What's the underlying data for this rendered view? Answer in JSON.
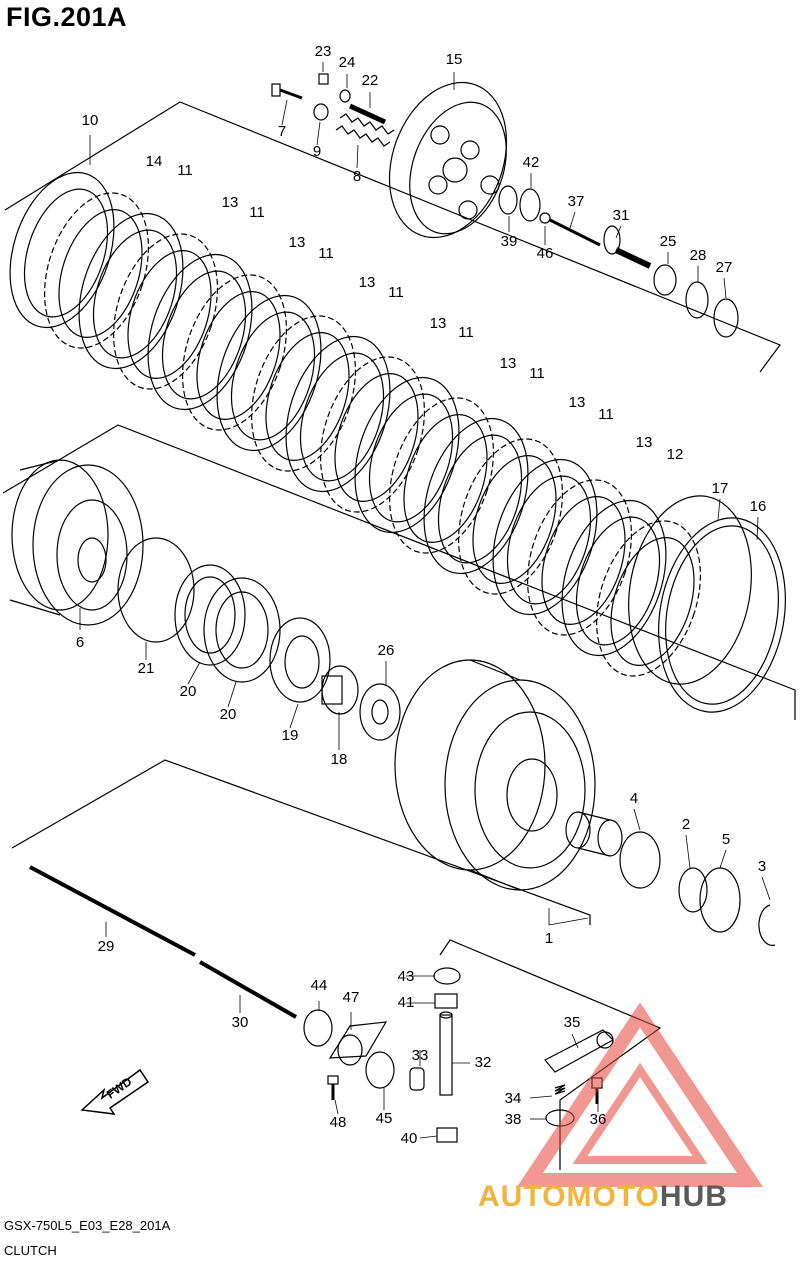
{
  "figure_title": "FIG.201A",
  "drawing_code": "GSX-750L5_E03_E28_201A",
  "section_name": "CLUTCH",
  "fwd_label": "FWD",
  "watermark": {
    "part1": "AUTOMOTO",
    "part2": "HUB",
    "color1": "#f2b43c",
    "color2": "#5a5a5a",
    "triangle_color": "#e8443c"
  },
  "callouts": [
    {
      "id": "c1",
      "text": "1"
    },
    {
      "id": "c2",
      "text": "2"
    },
    {
      "id": "c3",
      "text": "3"
    },
    {
      "id": "c4",
      "text": "4"
    },
    {
      "id": "c5",
      "text": "5"
    },
    {
      "id": "c6",
      "text": "6"
    },
    {
      "id": "c7",
      "text": "7"
    },
    {
      "id": "c8",
      "text": "8"
    },
    {
      "id": "c9",
      "text": "9"
    },
    {
      "id": "c10",
      "text": "10"
    },
    {
      "id": "c11a",
      "text": "11"
    },
    {
      "id": "c11b",
      "text": "11"
    },
    {
      "id": "c11c",
      "text": "11"
    },
    {
      "id": "c11d",
      "text": "11"
    },
    {
      "id": "c11e",
      "text": "11"
    },
    {
      "id": "c11f",
      "text": "11"
    },
    {
      "id": "c11g",
      "text": "11"
    },
    {
      "id": "c11h",
      "text": "11"
    },
    {
      "id": "c12",
      "text": "12"
    },
    {
      "id": "c13a",
      "text": "13"
    },
    {
      "id": "c13b",
      "text": "13"
    },
    {
      "id": "c13c",
      "text": "13"
    },
    {
      "id": "c13d",
      "text": "13"
    },
    {
      "id": "c13e",
      "text": "13"
    },
    {
      "id": "c13f",
      "text": "13"
    },
    {
      "id": "c13g",
      "text": "13"
    },
    {
      "id": "c14",
      "text": "14"
    },
    {
      "id": "c15",
      "text": "15"
    },
    {
      "id": "c16",
      "text": "16"
    },
    {
      "id": "c17",
      "text": "17"
    },
    {
      "id": "c18",
      "text": "18"
    },
    {
      "id": "c19",
      "text": "19"
    },
    {
      "id": "c20a",
      "text": "20"
    },
    {
      "id": "c20b",
      "text": "20"
    },
    {
      "id": "c21",
      "text": "21"
    },
    {
      "id": "c22",
      "text": "22"
    },
    {
      "id": "c23",
      "text": "23"
    },
    {
      "id": "c24",
      "text": "24"
    },
    {
      "id": "c25",
      "text": "25"
    },
    {
      "id": "c26",
      "text": "26"
    },
    {
      "id": "c27",
      "text": "27"
    },
    {
      "id": "c28",
      "text": "28"
    },
    {
      "id": "c29",
      "text": "29"
    },
    {
      "id": "c30",
      "text": "30"
    },
    {
      "id": "c31",
      "text": "31"
    },
    {
      "id": "c32",
      "text": "32"
    },
    {
      "id": "c33",
      "text": "33"
    },
    {
      "id": "c34",
      "text": "34"
    },
    {
      "id": "c35",
      "text": "35"
    },
    {
      "id": "c36",
      "text": "36"
    },
    {
      "id": "c37",
      "text": "37"
    },
    {
      "id": "c38",
      "text": "38"
    },
    {
      "id": "c39",
      "text": "39"
    },
    {
      "id": "c40",
      "text": "40"
    },
    {
      "id": "c41",
      "text": "41"
    },
    {
      "id": "c42",
      "text": "42"
    },
    {
      "id": "c43",
      "text": "43"
    },
    {
      "id": "c44",
      "text": "44"
    },
    {
      "id": "c45",
      "text": "45"
    },
    {
      "id": "c46",
      "text": "46"
    },
    {
      "id": "c47",
      "text": "47"
    },
    {
      "id": "c48",
      "text": "48"
    }
  ]
}
